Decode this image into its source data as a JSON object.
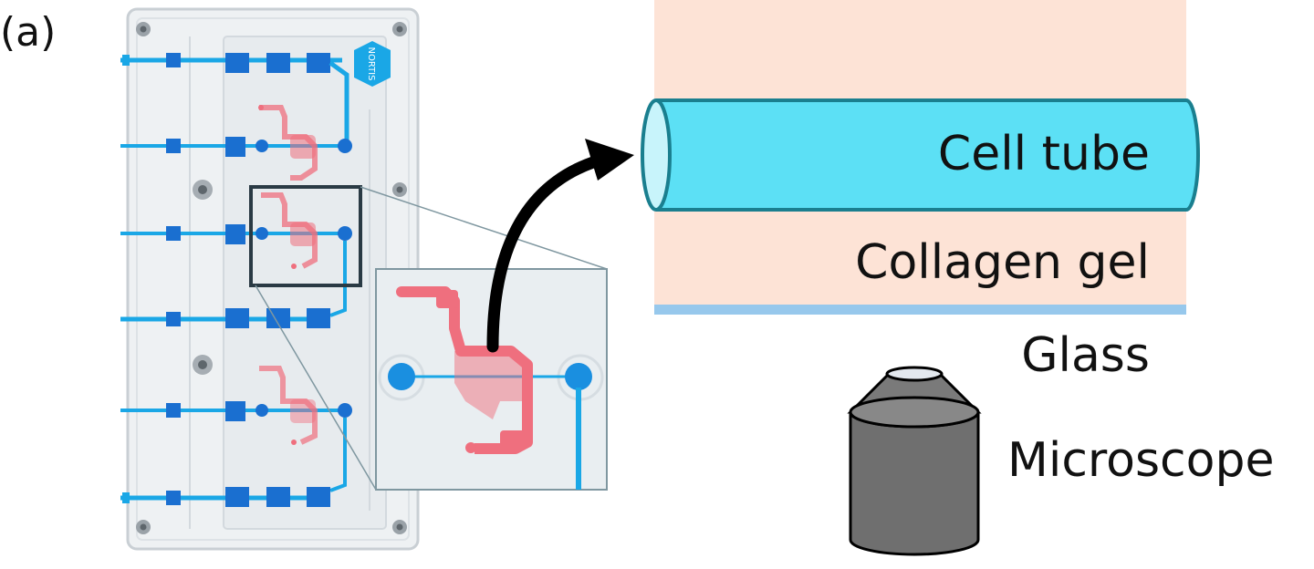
{
  "figure": {
    "panel_label": "(a)",
    "chip_logo_text": "NORTIS",
    "labels": {
      "cell_tube": "Cell tube",
      "collagen_gel": "Collagen gel",
      "glass": "Glass",
      "microscope": "Microscope"
    }
  },
  "colors": {
    "chip_body": "#eef1f3",
    "chip_edge": "#c9cfd4",
    "channel_blue": "#1aa7e6",
    "port_blue": "#1a6fd0",
    "tissue_red": "#ef6f7e",
    "zoom_frame": "#2a3a44",
    "cell_tube_fill": "#5ce0f5",
    "cell_tube_stroke": "#1a7f8f",
    "collagen_gel": "#fde3d6",
    "glass": "#97c8ec",
    "microscope_fill": "#7a7a7a",
    "arrow": "#000000"
  },
  "icons": [
    "organ-chip-photo",
    "zoom-inset",
    "curved-arrow",
    "cell-tube-cylinder",
    "microscope-objective"
  ]
}
